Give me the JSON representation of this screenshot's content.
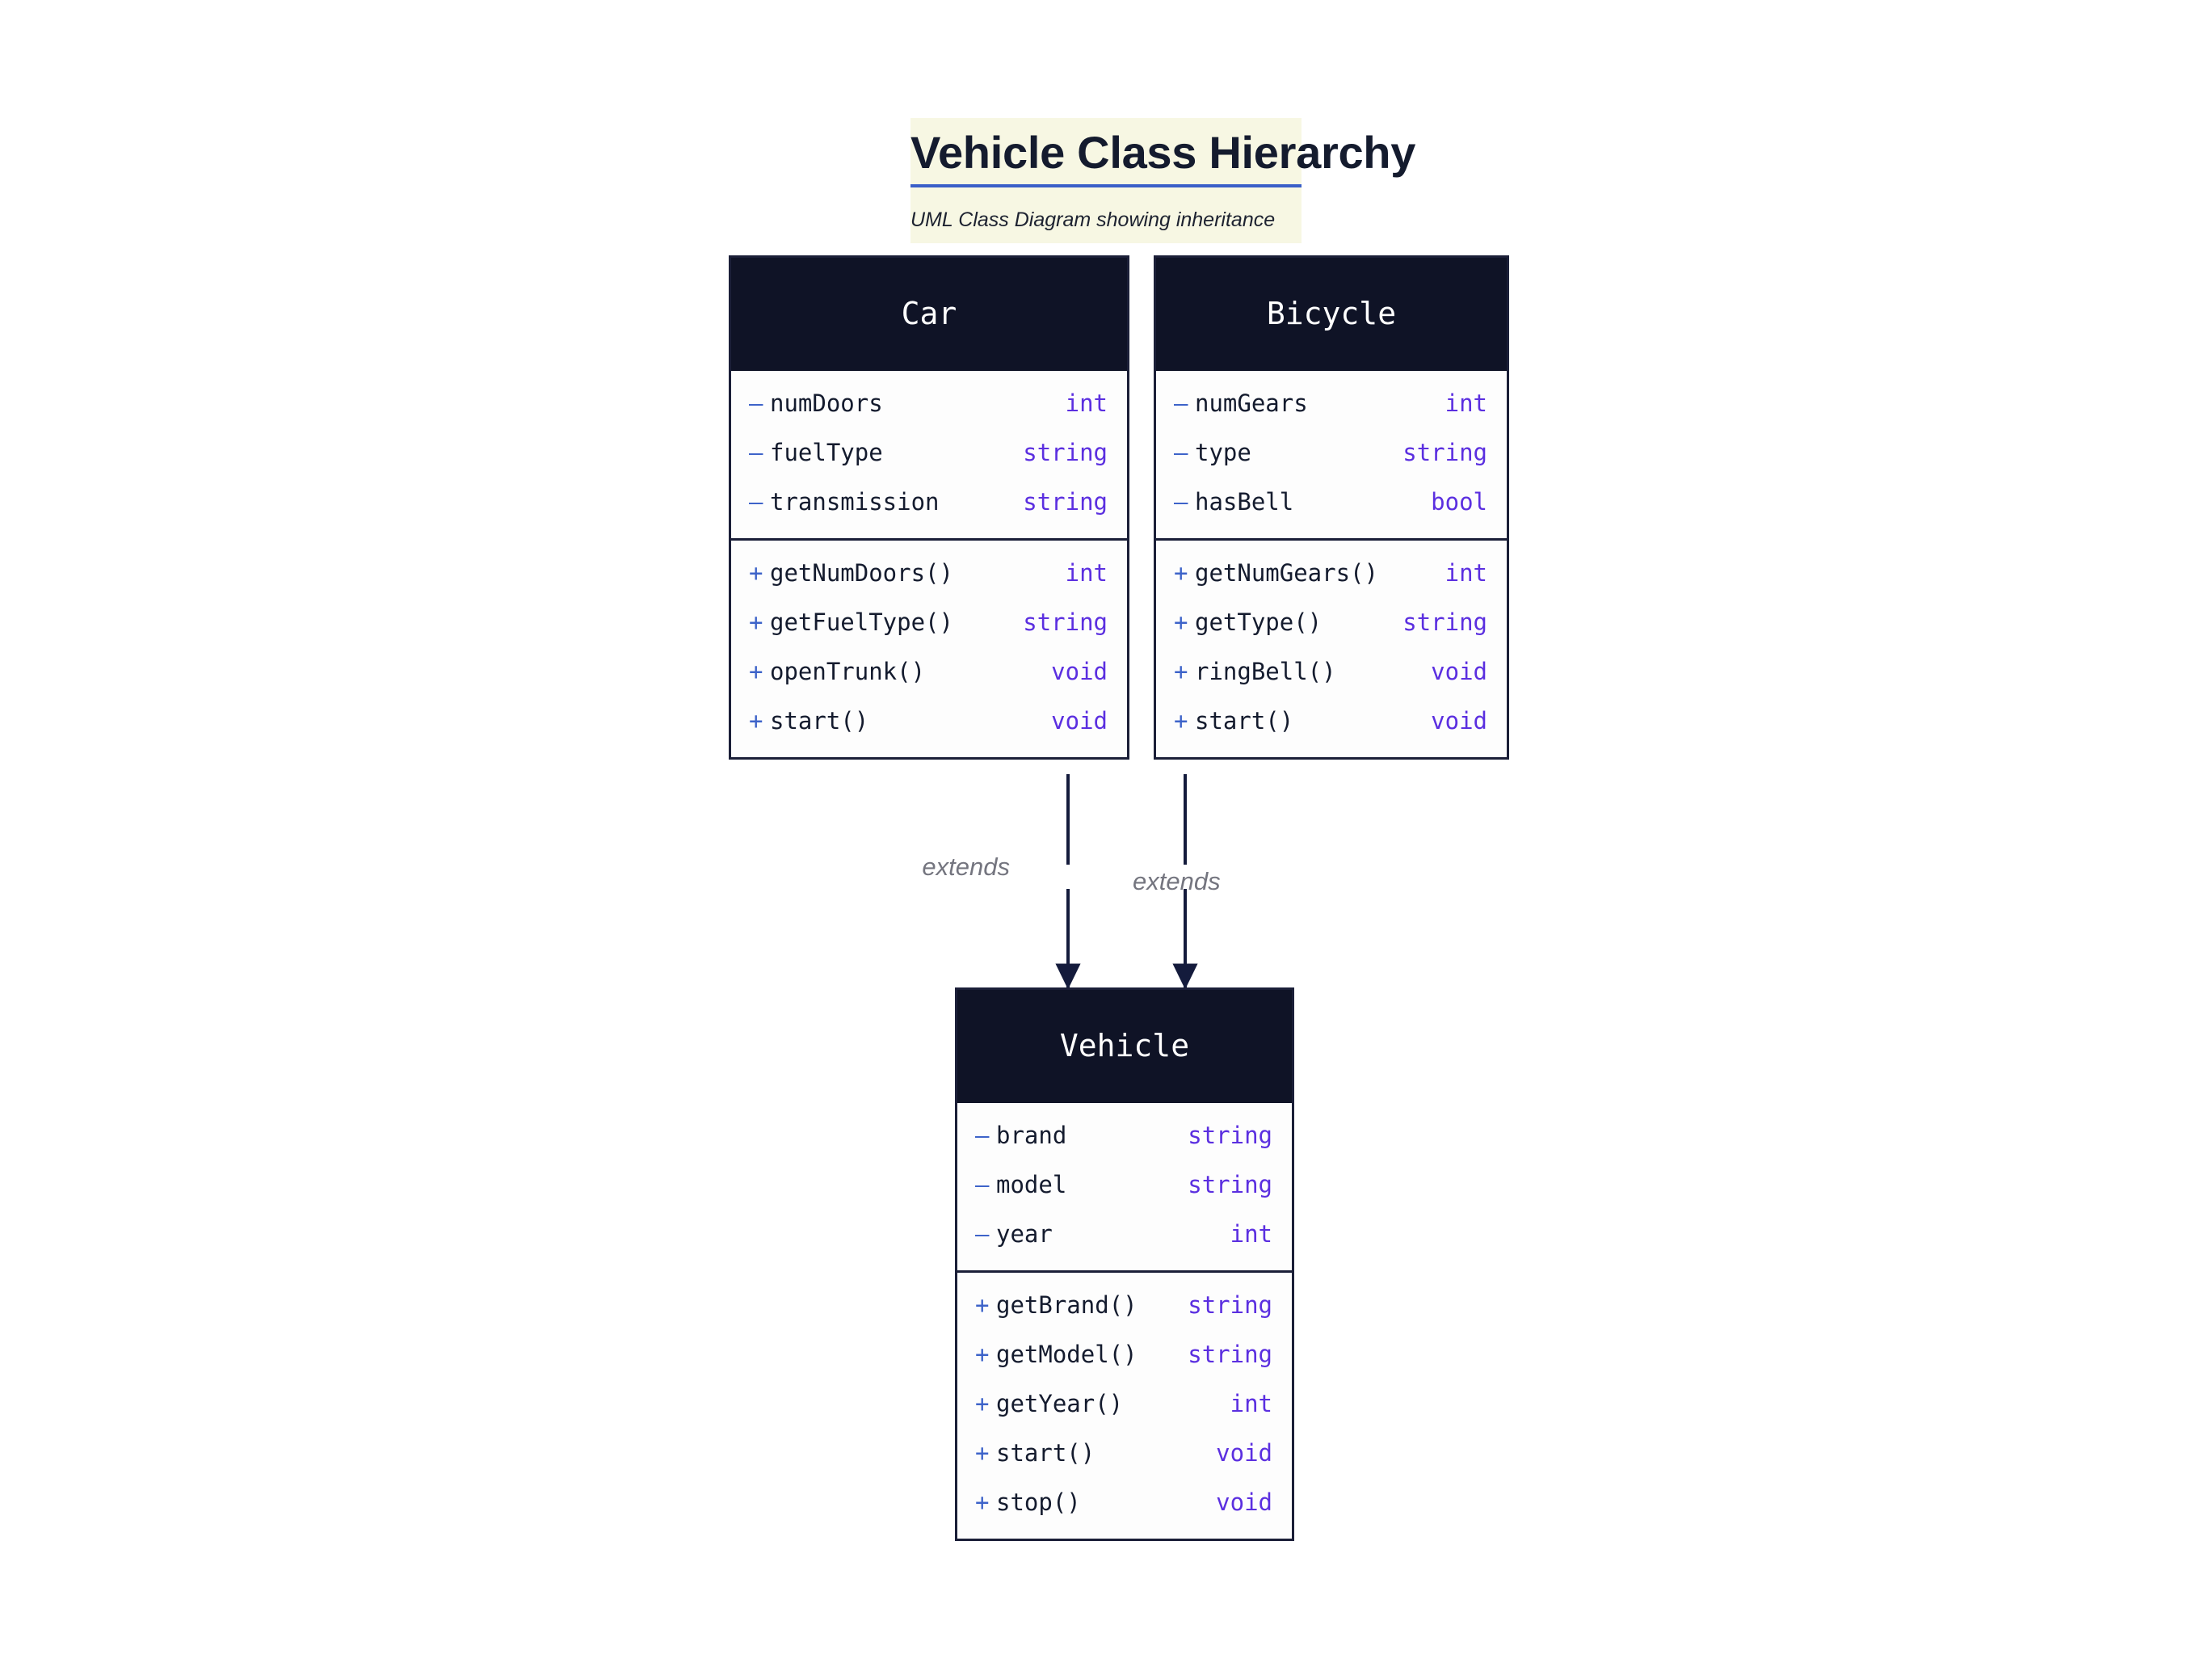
{
  "header": {
    "title": "Vehicle Class Hierarchy",
    "subtitle": "UML Class Diagram showing inheritance",
    "title_bg": "#f7f7e3",
    "rule_color": "#3a5fc8"
  },
  "theme": {
    "page_bg": "#ffffff",
    "class_header_bg": "#0f1326",
    "class_header_fg": "#ffffff",
    "class_border": "#1b1f38",
    "class_body_bg": "#fdfdfd",
    "visibility_color": "#3d63c9",
    "member_name_color": "#141b2e",
    "member_type_color": "#5b2fe0",
    "edge_color": "#141b3c",
    "edge_label_color": "#74757f"
  },
  "classes": [
    {
      "name": "Car",
      "attributes": [
        {
          "visibility": "–",
          "name": "numDoors",
          "type": "int"
        },
        {
          "visibility": "–",
          "name": "fuelType",
          "type": "string"
        },
        {
          "visibility": "–",
          "name": "transmission",
          "type": "string"
        }
      ],
      "methods": [
        {
          "visibility": "+",
          "name": "getNumDoors()",
          "type": "int"
        },
        {
          "visibility": "+",
          "name": "getFuelType()",
          "type": "string"
        },
        {
          "visibility": "+",
          "name": "openTrunk()",
          "type": "void"
        },
        {
          "visibility": "+",
          "name": "start()",
          "type": "void"
        }
      ]
    },
    {
      "name": "Bicycle",
      "attributes": [
        {
          "visibility": "–",
          "name": "numGears",
          "type": "int"
        },
        {
          "visibility": "–",
          "name": "type",
          "type": "string"
        },
        {
          "visibility": "–",
          "name": "hasBell",
          "type": "bool"
        }
      ],
      "methods": [
        {
          "visibility": "+",
          "name": "getNumGears()",
          "type": "int"
        },
        {
          "visibility": "+",
          "name": "getType()",
          "type": "string"
        },
        {
          "visibility": "+",
          "name": "ringBell()",
          "type": "void"
        },
        {
          "visibility": "+",
          "name": "start()",
          "type": "void"
        }
      ]
    },
    {
      "name": "Vehicle",
      "attributes": [
        {
          "visibility": "–",
          "name": "brand",
          "type": "string"
        },
        {
          "visibility": "–",
          "name": "model",
          "type": "string"
        },
        {
          "visibility": "–",
          "name": "year",
          "type": "int"
        }
      ],
      "methods": [
        {
          "visibility": "+",
          "name": "getBrand()",
          "type": "string"
        },
        {
          "visibility": "+",
          "name": "getModel()",
          "type": "string"
        },
        {
          "visibility": "+",
          "name": "getYear()",
          "type": "int"
        },
        {
          "visibility": "+",
          "name": "start()",
          "type": "void"
        },
        {
          "visibility": "+",
          "name": "stop()",
          "type": "void"
        }
      ]
    }
  ],
  "relationships": [
    {
      "from": "Car",
      "to": "Vehicle",
      "label": "extends"
    },
    {
      "from": "Bicycle",
      "to": "Vehicle",
      "label": "extends"
    }
  ]
}
